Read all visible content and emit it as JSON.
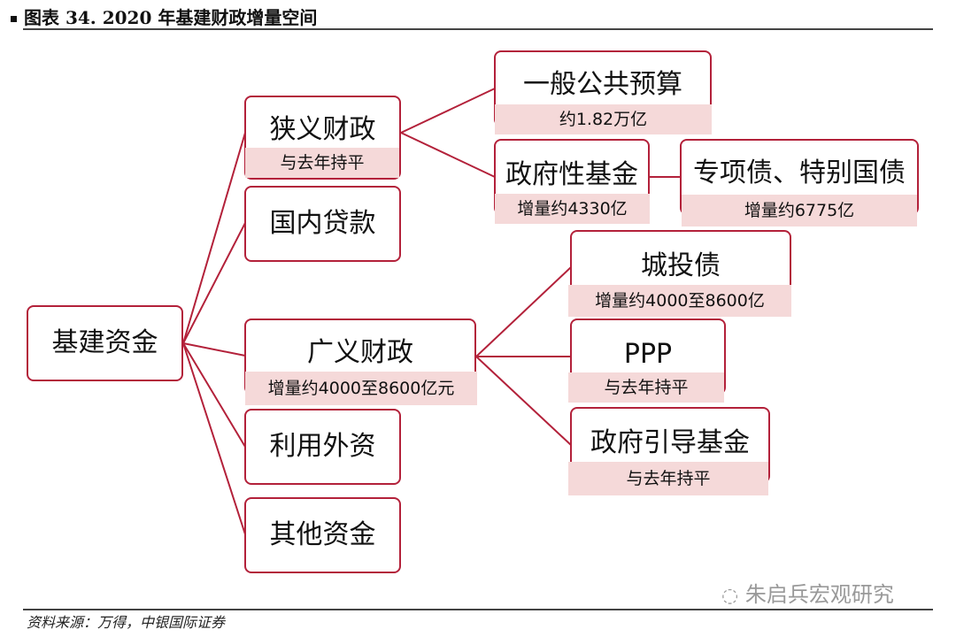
{
  "title": "图表 34. 2020 年基建财政增量空间",
  "source": "资料来源：万得，中银国际证券",
  "watermark": "朱启兵宏观研究",
  "colors": {
    "border": "#b3213a",
    "label_bg": "#f5d9d9"
  },
  "nodes": {
    "root": {
      "title": "基建资金"
    },
    "narrow": {
      "title": "狭义财政",
      "label": "与去年持平"
    },
    "loans": {
      "title": "国内贷款"
    },
    "broad": {
      "title": "广义财政",
      "label": "增量约4000至8600亿元"
    },
    "foreign": {
      "title": "利用外资"
    },
    "other": {
      "title": "其他资金"
    },
    "general_budget": {
      "title": "一般公共预算",
      "label": "约1.82万亿"
    },
    "gov_fund": {
      "title": "政府性基金",
      "label": "增量约4330亿"
    },
    "special_bonds": {
      "title": "专项债、特别国债",
      "label": "增量约6775亿"
    },
    "lgfv": {
      "title": "城投债",
      "label": "增量约4000至8600亿"
    },
    "ppp": {
      "title": "PPP",
      "label": "与去年持平"
    },
    "guide_fund": {
      "title": "政府引导基金",
      "label": "与去年持平"
    }
  }
}
